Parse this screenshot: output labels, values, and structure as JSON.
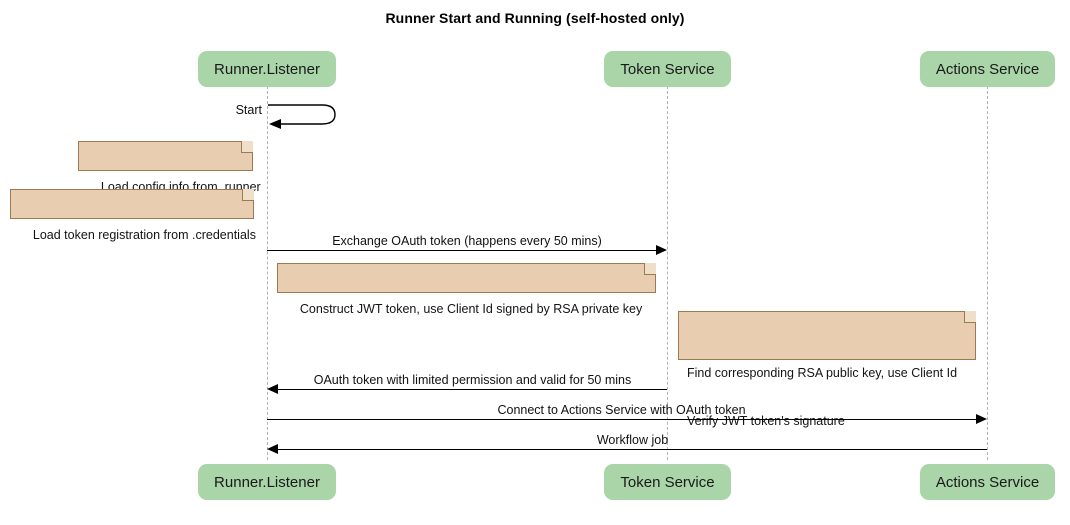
{
  "diagram": {
    "title": "Runner Start and Running (self-hosted only)",
    "type": "sequence-diagram",
    "colors": {
      "participant_fill": "#a9d5a9",
      "note_fill": "#e8cdb0",
      "note_border": "#9b7a52",
      "lifeline": "#b3b3b3",
      "arrow": "#000000"
    },
    "participants": [
      {
        "id": "runner",
        "label": "Runner.Listener"
      },
      {
        "id": "token",
        "label": "Token Service"
      },
      {
        "id": "actions",
        "label": "Actions Service"
      }
    ],
    "messages": [
      {
        "id": "m1",
        "label": "Start",
        "from": "runner",
        "to": "runner",
        "kind": "self"
      },
      {
        "id": "m2",
        "label": "Exchange OAuth token (happens every 50 mins)",
        "from": "runner",
        "to": "token",
        "direction": "right"
      },
      {
        "id": "m3",
        "label": "OAuth token with limited permission and valid for 50 mins",
        "from": "token",
        "to": "runner",
        "direction": "left"
      },
      {
        "id": "m4",
        "label": "Connect to Actions Service with OAuth token",
        "from": "runner",
        "to": "actions",
        "direction": "right"
      },
      {
        "id": "m5",
        "label": "Workflow job",
        "from": "actions",
        "to": "runner",
        "direction": "left"
      }
    ],
    "notes": [
      {
        "id": "n1",
        "text": "Load config info from .runner"
      },
      {
        "id": "n2",
        "text": "Load token registration from .credentials"
      },
      {
        "id": "n3",
        "text": "Construct JWT token, use Client Id signed by RSA private key"
      },
      {
        "id": "n4",
        "line1": "Find corresponding RSA public key, use Client Id",
        "line2": "Verify JWT token's signature"
      }
    ]
  }
}
